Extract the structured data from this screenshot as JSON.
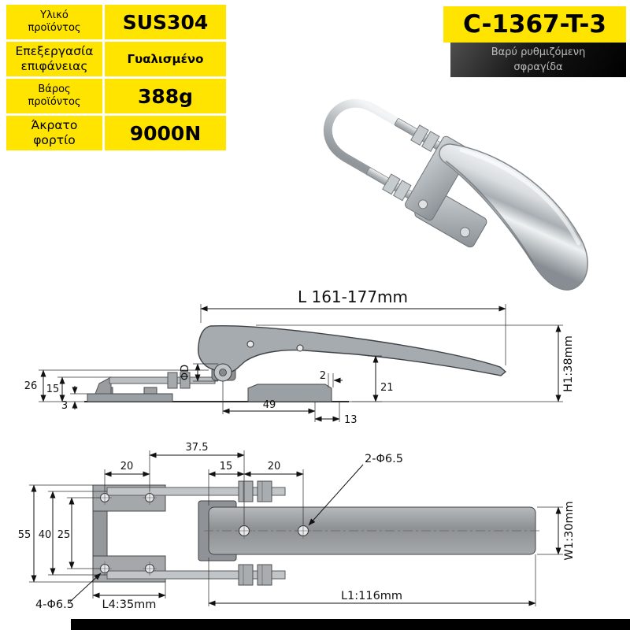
{
  "spec_table": {
    "rows": [
      {
        "label": "Υλικό προϊόντος",
        "value": "SUS304"
      },
      {
        "label": "Επεξεργασία επιφάνειας",
        "value": "Γυαλισμένο"
      },
      {
        "label": "Βάρος προϊόντος",
        "value": "388g"
      },
      {
        "label": "Άκρατο φορτίο",
        "value": "9000N"
      }
    ]
  },
  "header": {
    "model": "C-1367-T-3",
    "subtitle": "Βαρύ ρυθμιζόμενη σφραγίδα"
  },
  "side_view": {
    "overall_length": "L 161-177mm",
    "pin_diameter": "ΦD",
    "dim_26": "26",
    "dim_15": "15",
    "dim_3": "3",
    "dim_2": "2",
    "dim_21": "21",
    "dim_49": "49",
    "dim_13": "13",
    "h1": "H1:38mm"
  },
  "top_view": {
    "dim_37_5": "37.5",
    "dim_20_left": "20",
    "dim_15": "15",
    "dim_20_right": "20",
    "holes_top": "2-Φ6.5",
    "dim_55": "55",
    "dim_40": "40",
    "dim_25": "25",
    "holes_bottom": "4-Φ6.5",
    "l4": "L4:35mm",
    "l1": "L1:116mm",
    "w1": "W1:30mm"
  },
  "colors": {
    "accent_yellow": "#ffe400",
    "banner_black": "#000000",
    "banner_text": "#bdbdbd",
    "drawing_gray": "#a6abaf",
    "dimension_line": "#111111"
  }
}
